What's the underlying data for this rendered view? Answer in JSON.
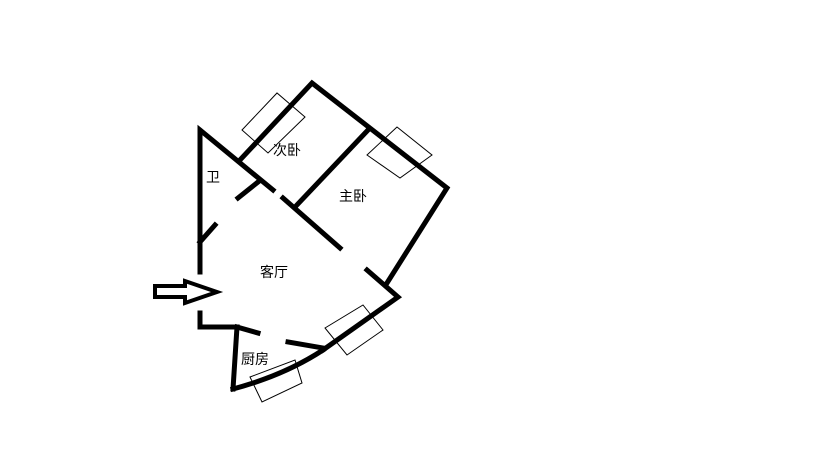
{
  "rooms": {
    "second_bedroom": "次卧",
    "master_bedroom": "主卧",
    "bathroom": "卫",
    "living_room": "客厅",
    "kitchen": "厨房"
  },
  "colors": {
    "wall": "#000000",
    "background": "#ffffff"
  }
}
